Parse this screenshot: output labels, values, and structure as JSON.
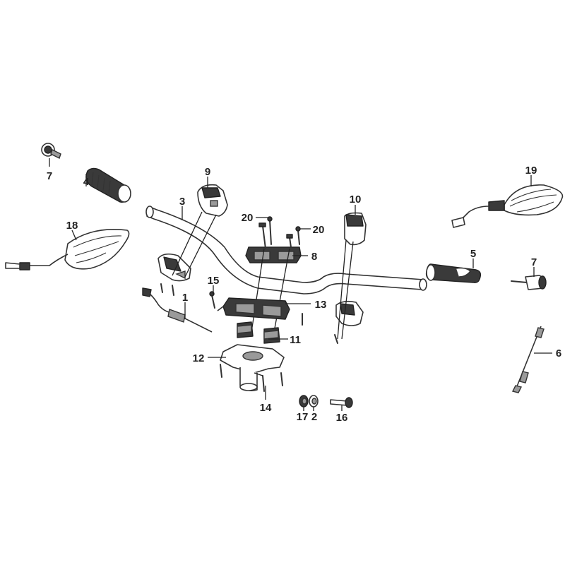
{
  "callouts": [
    {
      "id": "1",
      "text": "1"
    },
    {
      "id": "2",
      "text": "2"
    },
    {
      "id": "3",
      "text": "3"
    },
    {
      "id": "4",
      "text": "4"
    },
    {
      "id": "5",
      "text": "5"
    },
    {
      "id": "6",
      "text": "6"
    },
    {
      "id": "7a",
      "text": "7"
    },
    {
      "id": "7b",
      "text": "7"
    },
    {
      "id": "8",
      "text": "8"
    },
    {
      "id": "9",
      "text": "9"
    },
    {
      "id": "10",
      "text": "10"
    },
    {
      "id": "11",
      "text": "11"
    },
    {
      "id": "12",
      "text": "12"
    },
    {
      "id": "13",
      "text": "13"
    },
    {
      "id": "14",
      "text": "14"
    },
    {
      "id": "15",
      "text": "15"
    },
    {
      "id": "16",
      "text": "16"
    },
    {
      "id": "17",
      "text": "17"
    },
    {
      "id": "18",
      "text": "18"
    },
    {
      "id": "19",
      "text": "19"
    },
    {
      "id": "20a",
      "text": "20"
    },
    {
      "id": "20b",
      "text": "20"
    }
  ]
}
